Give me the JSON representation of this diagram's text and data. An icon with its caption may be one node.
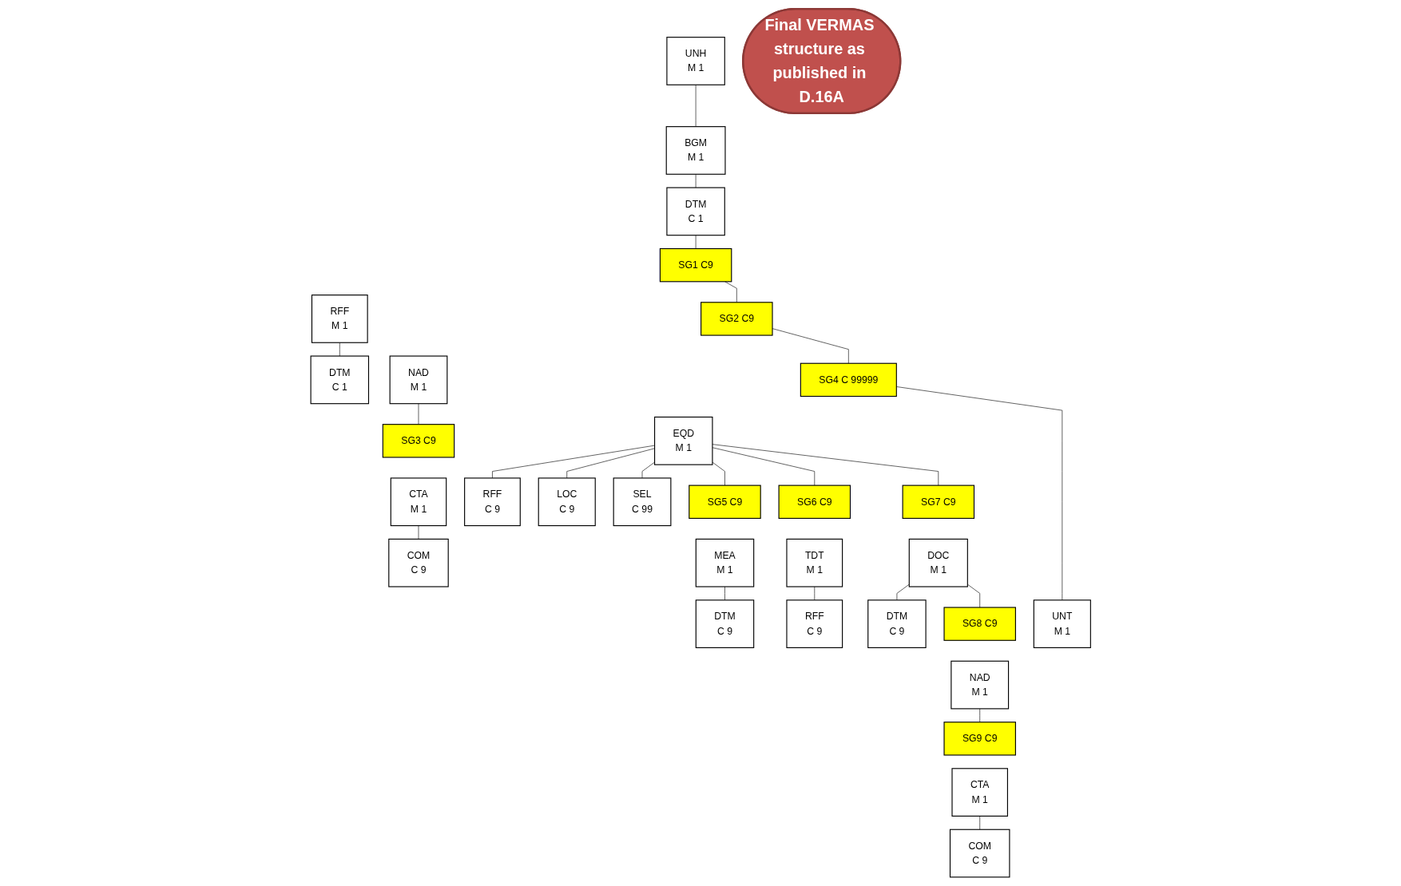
{
  "diagram": {
    "nodes": [
      {
        "text": [
          "UNH",
          "M 1"
        ]
      },
      {
        "text": [
          "BGM",
          "M 1"
        ]
      },
      {
        "text": [
          "DTM",
          "C 1"
        ]
      },
      {
        "text": [
          "SG1 C9"
        ]
      },
      {
        "text": [
          "RFF",
          "M 1"
        ]
      },
      {
        "text": [
          "DTM",
          "C 1"
        ]
      },
      {
        "text": [
          "SG2 C9"
        ]
      },
      {
        "text": [
          "NAD",
          "M 1"
        ]
      },
      {
        "text": [
          "SG3 C9"
        ]
      },
      {
        "text": [
          "CTA",
          "M 1"
        ]
      },
      {
        "text": [
          "COM",
          "C 9"
        ]
      },
      {
        "text": [
          "SG4 C 99999"
        ]
      },
      {
        "text": [
          "EQD",
          "M 1"
        ]
      },
      {
        "text": [
          "RFF",
          "C 9"
        ]
      },
      {
        "text": [
          "LOC",
          "C 9"
        ]
      },
      {
        "text": [
          "SEL",
          "C 99"
        ]
      },
      {
        "text": [
          "SG5 C9"
        ]
      },
      {
        "text": [
          "MEA",
          "M 1"
        ]
      },
      {
        "text": [
          "DTM",
          "C 9"
        ]
      },
      {
        "text": [
          "SG6 C9"
        ]
      },
      {
        "text": [
          "TDT",
          "M 1"
        ]
      },
      {
        "text": [
          "RFF",
          "C 9"
        ]
      },
      {
        "text": [
          "SG7 C9"
        ]
      },
      {
        "text": [
          "DOC",
          "M 1"
        ]
      },
      {
        "text": [
          "DTM",
          "C 9"
        ]
      },
      {
        "text": [
          "SG8 C9"
        ]
      },
      {
        "text": [
          "NAD",
          "M 1"
        ]
      },
      {
        "text": [
          "SG9 C9"
        ]
      },
      {
        "text": [
          "CTA",
          "M 1"
        ]
      },
      {
        "text": [
          "COM",
          "C 9"
        ]
      },
      {
        "text": [
          "UNT",
          "M 1"
        ]
      },
      {
        "text": [
          "Final VERMAS structure as published in D.16A"
        ]
      }
    ],
    "edges": [
      {
        "from": 0,
        "to": 1,
        "arrow": "none"
      },
      {
        "from": 1,
        "to": 2,
        "arrow": "none"
      },
      {
        "from": 2,
        "to": 3,
        "arrow": "none"
      },
      {
        "from": 3,
        "to": 6,
        "arrow": "none"
      },
      {
        "from": 6,
        "to": 11,
        "arrow": "none"
      },
      {
        "from": 11,
        "to": 30,
        "arrow": "none"
      },
      {
        "from": 4,
        "to": 5,
        "arrow": "none"
      },
      {
        "from": 7,
        "to": 8,
        "arrow": "none"
      },
      {
        "from": 9,
        "to": 10,
        "arrow": "none"
      },
      {
        "from": 12,
        "to": 13,
        "arrow": "none"
      },
      {
        "from": 12,
        "to": 14,
        "arrow": "none"
      },
      {
        "from": 12,
        "to": 15,
        "arrow": "none"
      },
      {
        "from": 12,
        "to": 16,
        "arrow": "none"
      },
      {
        "from": 12,
        "to": 19,
        "arrow": "none"
      },
      {
        "from": 12,
        "to": 22,
        "arrow": "none"
      },
      {
        "from": 17,
        "to": 18,
        "arrow": "none"
      },
      {
        "from": 20,
        "to": 21,
        "arrow": "none"
      },
      {
        "from": 23,
        "to": 24,
        "arrow": "none"
      },
      {
        "from": 23,
        "to": 25,
        "arrow": "none"
      },
      {
        "from": 26,
        "to": 27,
        "arrow": "none"
      },
      {
        "from": 28,
        "to": 29,
        "arrow": "none"
      }
    ]
  }
}
